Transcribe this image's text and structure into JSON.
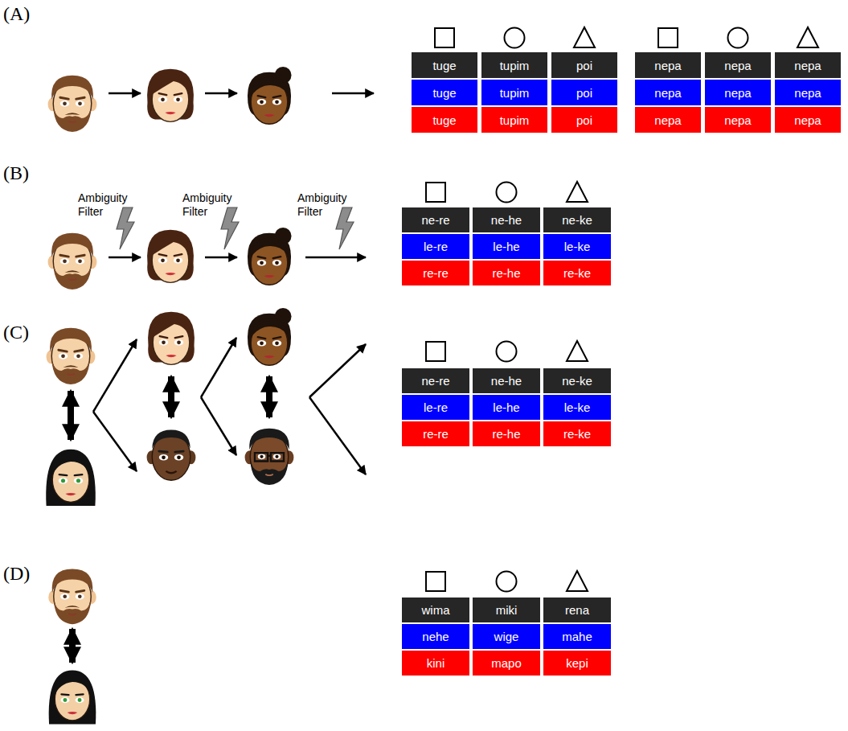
{
  "diagram": {
    "nodes": [
      {
        "text": [
          "tuge"
        ]
      },
      {
        "text": [
          "tupim"
        ]
      },
      {
        "text": [
          "poi"
        ]
      },
      {
        "text": [
          "nepa"
        ]
      },
      {
        "text": [
          "nepa"
        ]
      },
      {
        "text": [
          "nepa"
        ]
      },
      {
        "text": [
          "tuge"
        ]
      },
      {
        "text": [
          "tupim"
        ]
      },
      {
        "text": [
          "poi"
        ]
      },
      {
        "text": [
          "nepa"
        ]
      },
      {
        "text": [
          "nepa"
        ]
      },
      {
        "text": [
          "nepa"
        ]
      },
      {
        "text": [
          "tuge"
        ]
      },
      {
        "text": [
          "tupim"
        ]
      },
      {
        "text": [
          "poi"
        ]
      },
      {
        "text": [
          "nepa"
        ]
      },
      {
        "text": [
          "nepa"
        ]
      },
      {
        "text": [
          "nepa"
        ]
      },
      {
        "text": [
          "ne-re"
        ]
      },
      {
        "text": [
          "ne-he"
        ]
      },
      {
        "text": [
          "ne-ke"
        ]
      },
      {
        "text": [
          "le-re"
        ]
      },
      {
        "text": [
          "le-he"
        ]
      },
      {
        "text": [
          "le-ke"
        ]
      },
      {
        "text": [
          "re-re"
        ]
      },
      {
        "text": [
          "re-he"
        ]
      },
      {
        "text": [
          "re-ke"
        ]
      },
      {
        "text": [
          "ne-re"
        ]
      },
      {
        "text": [
          "ne-he"
        ]
      },
      {
        "text": [
          "ne-ke"
        ]
      },
      {
        "text": [
          "le-re"
        ]
      },
      {
        "text": [
          "le-he"
        ]
      },
      {
        "text": [
          "le-ke"
        ]
      },
      {
        "text": [
          "re-re"
        ]
      },
      {
        "text": [
          "re-he"
        ]
      },
      {
        "text": [
          "re-ke"
        ]
      },
      {
        "text": [
          "wima"
        ]
      },
      {
        "text": [
          "miki"
        ]
      },
      {
        "text": [
          "rena"
        ]
      },
      {
        "text": [
          "nehe"
        ]
      },
      {
        "text": [
          "wige"
        ]
      },
      {
        "text": [
          "mahe"
        ]
      },
      {
        "text": [
          "kini"
        ]
      },
      {
        "text": [
          "mapo"
        ]
      },
      {
        "text": [
          "kepi"
        ]
      }
    ],
    "labels": [
      "(A)",
      "(B)",
      "Ambiguity Filter",
      "Ambiguity Filter",
      "Ambiguity Filter",
      "(C)",
      "(D)"
    ]
  }
}
